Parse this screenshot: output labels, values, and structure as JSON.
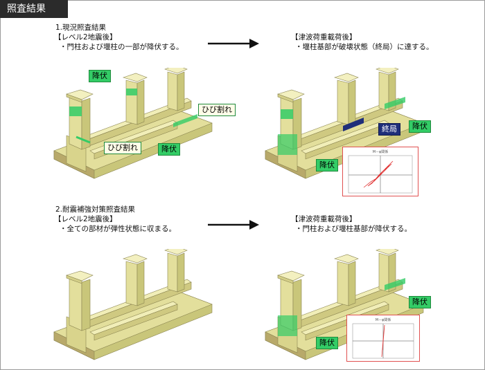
{
  "header": {
    "title": "照査結果"
  },
  "sections": [
    {
      "heading": "1.現況照査結果",
      "left": {
        "bracket": "【レベル2地震後】",
        "bullet": "・門柱および堰柱の一部が降伏する。"
      },
      "right": {
        "bracket": "【津波荷重載荷後】",
        "bullet": "・堰柱基部が破壊状態（終局）に達する。"
      }
    },
    {
      "heading": "2.耐震補強対策照査結果",
      "left": {
        "bracket": "【レベル2地震後】",
        "bullet": "・全ての部材が弾性状態に収まる。"
      },
      "right": {
        "bracket": "【津波荷重載荷後】",
        "bullet": "・門柱および堰柱基部が降伏する。"
      }
    }
  ],
  "labels": {
    "yield": "降伏",
    "crack": "ひび割れ",
    "ultimate": "終局"
  },
  "graph": {
    "title": "M－φ関係"
  },
  "colors": {
    "concrete": "#e8e5a6",
    "concrete_side": "#c9c67a",
    "base": "#b8a96a",
    "yield_green": "#33cc66",
    "ultimate_navy": "#1f2f7a",
    "graph_border": "#e05050",
    "hysteresis": "#e03030"
  }
}
